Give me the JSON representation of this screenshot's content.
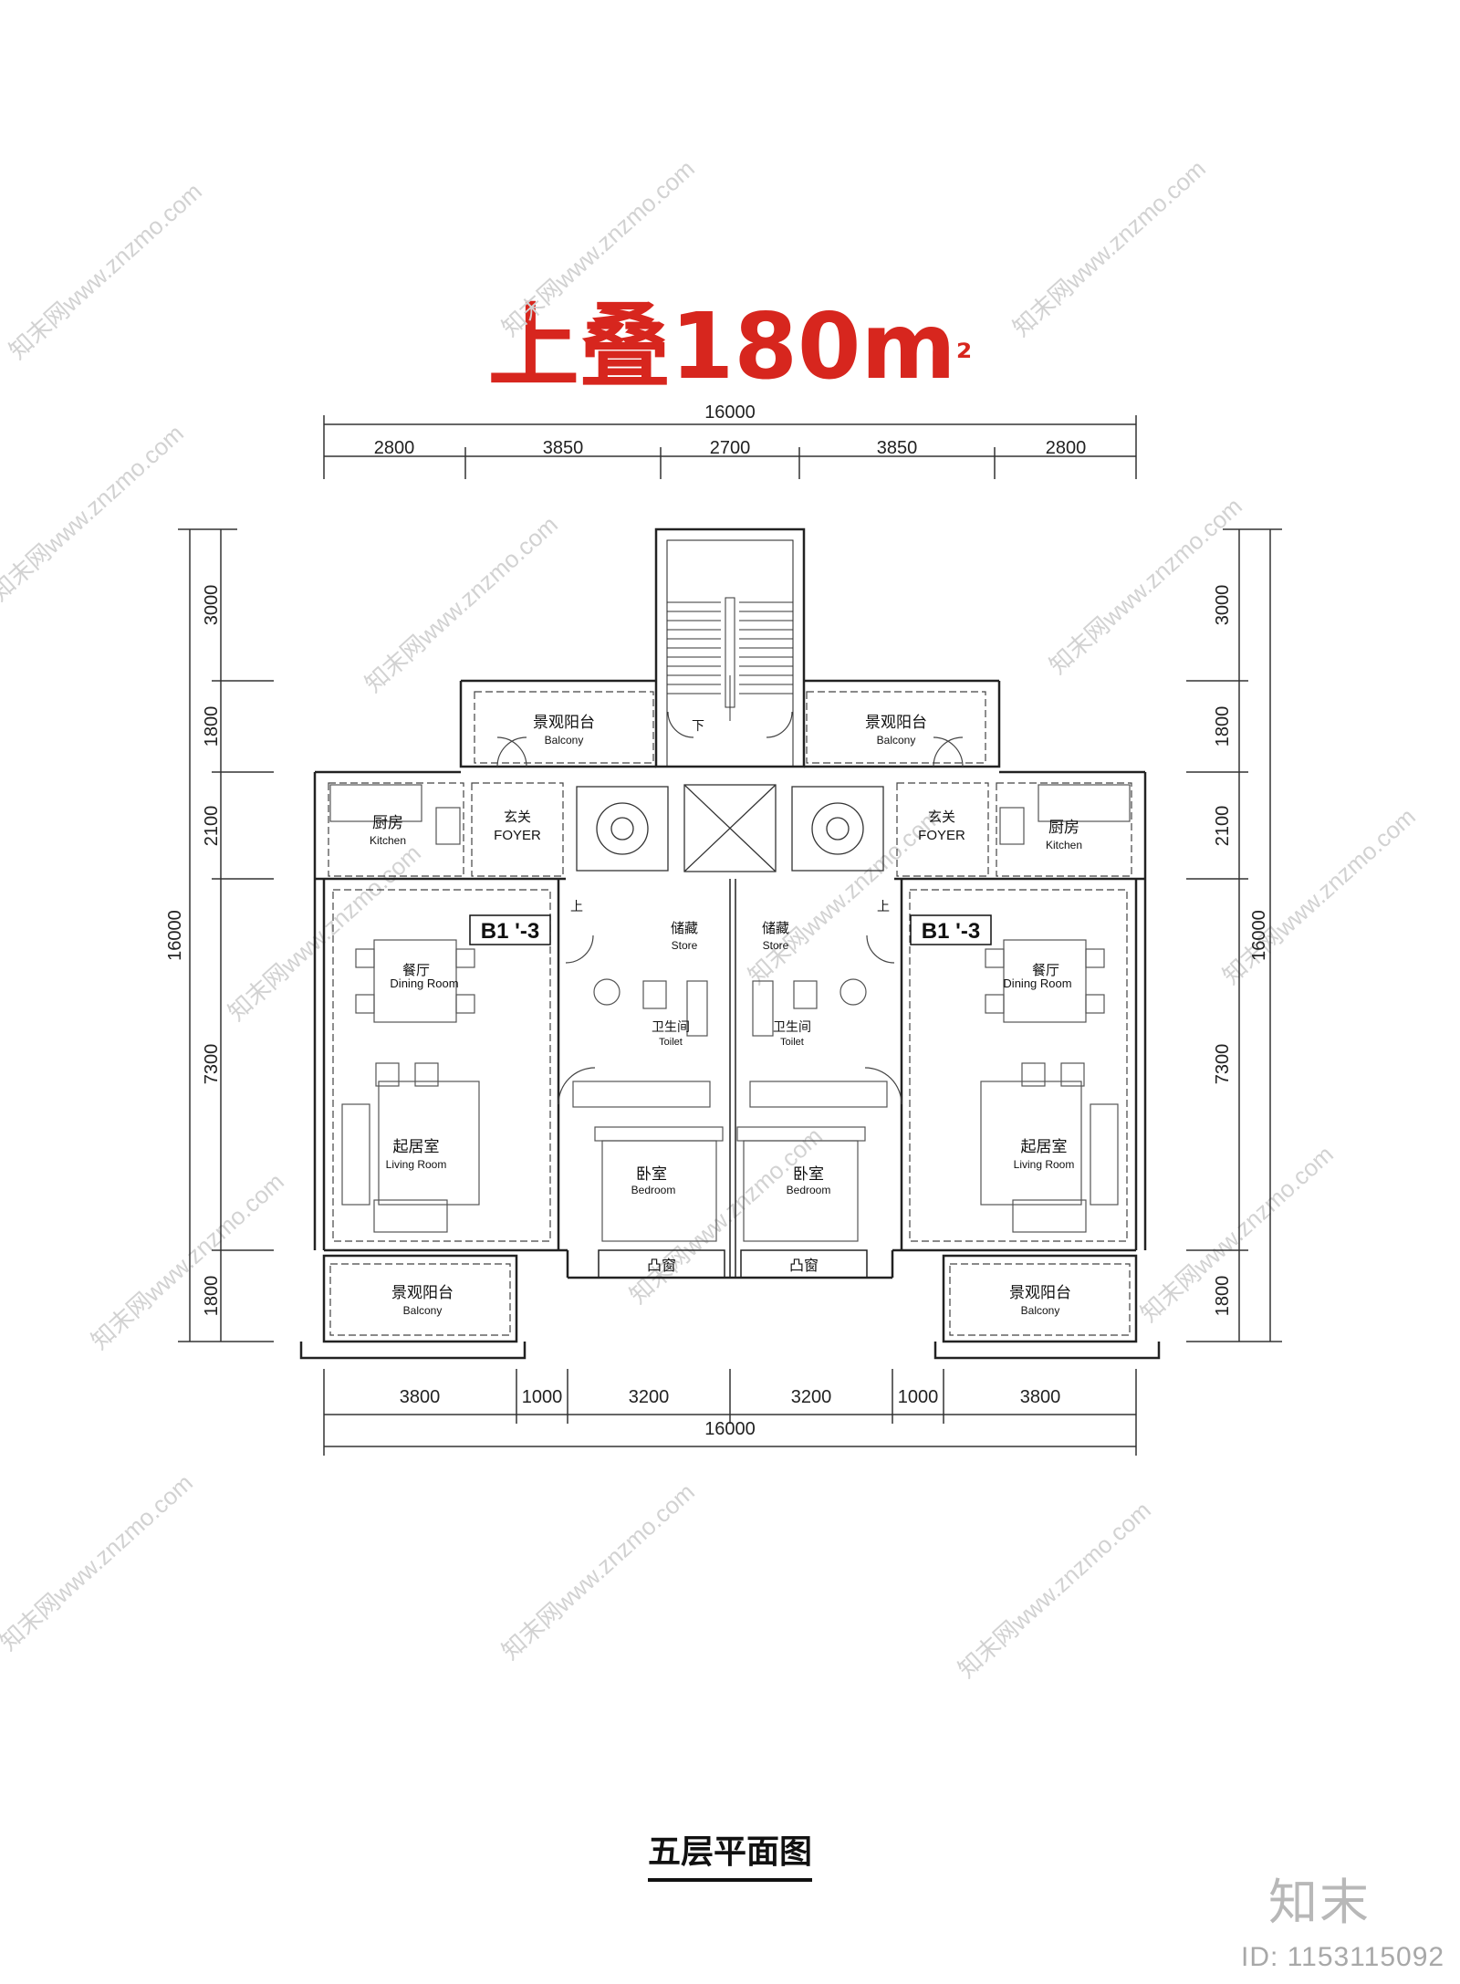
{
  "title": {
    "main": "上叠180m",
    "sup": "²"
  },
  "caption": "五层平面图",
  "brand": "知末",
  "id_text": "ID: 1153115092",
  "watermark": "知末网www.znzmo.com",
  "dimensions": {
    "top_total": "16000",
    "top_segments": [
      "2800",
      "3850",
      "2700",
      "3850",
      "2800"
    ],
    "bottom_total": "16000",
    "bottom_segments": [
      "3800",
      "1000",
      "3200",
      "3200",
      "1000",
      "3800"
    ],
    "left_total": "16000",
    "left_segments": [
      "3000",
      "1800",
      "2100",
      "7300",
      "1800"
    ],
    "right_total": "16000",
    "right_segments": [
      "3000",
      "1800",
      "2100",
      "7300",
      "1800"
    ]
  },
  "units": {
    "left_tag": "B1 '-3",
    "right_tag": "B1 '-3"
  },
  "rooms": {
    "balcony_cn": "景观阳台",
    "balcony_en": "Balcony",
    "kitchen_cn": "厨房",
    "kitchen_en": "Kitchen",
    "foyer_cn": "玄关",
    "foyer_en": "FOYER",
    "store_cn": "储藏",
    "store_en": "Store",
    "dining_cn": "餐厅",
    "dining_en": "Dining Room",
    "toilet_cn": "卫生间",
    "toilet_en": "Toilet",
    "living_cn": "起居室",
    "living_en": "Living Room",
    "bedroom_cn": "卧室",
    "bedroom_en": "Bedroom",
    "bay_cn": "凸窗",
    "up": "上",
    "down": "下"
  },
  "colors": {
    "title": "#d7261e",
    "line": "#222222",
    "dim": "#333333",
    "watermark": "#cfcfcf"
  }
}
